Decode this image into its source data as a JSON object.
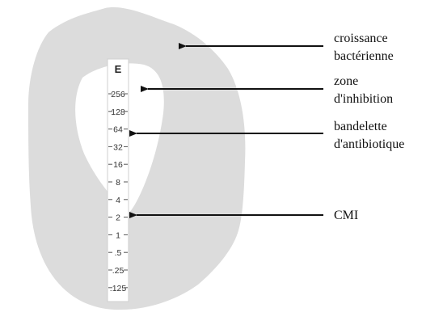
{
  "strip": {
    "header": "E",
    "scale": [
      "256",
      "128",
      "64",
      "32",
      "16",
      "8",
      "4",
      "2",
      "1",
      ".5",
      ".25",
      ".125"
    ]
  },
  "labels": {
    "growth": [
      "croissance",
      "bactérienne"
    ],
    "inhibition": [
      "zone",
      "d'inhibition"
    ],
    "strip": [
      "bandelette",
      "d'antibiotique"
    ],
    "mic": [
      "CMI"
    ]
  },
  "colors": {
    "growth": "#dcdcdc",
    "inhibition": "#ffffff",
    "strip": "#ffffff",
    "arrow": "#111111"
  }
}
